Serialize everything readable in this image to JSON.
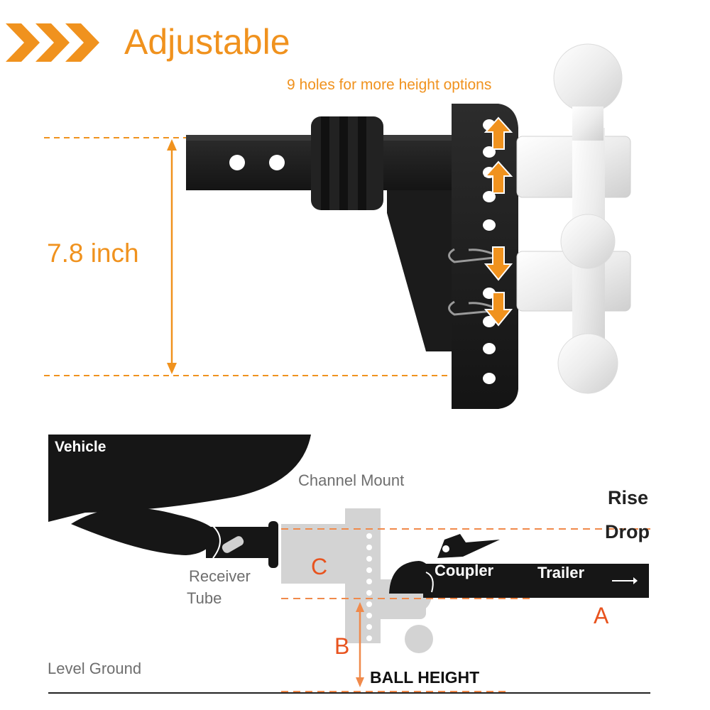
{
  "header": {
    "title": "Adjustable",
    "subtitle": "9 holes for more height options",
    "measurement": "7.8 inch"
  },
  "diagram": {
    "vehicle": "Vehicle",
    "channel_mount": "Channel Mount",
    "rise": "Rise",
    "drop": "Drop",
    "receiver_line1": "Receiver",
    "receiver_line2": "Tube",
    "coupler": "Coupler",
    "trailer": "Trailer",
    "letter_a": "A",
    "letter_b": "B",
    "letter_c": "C",
    "ball_height": "BALL HEIGHT",
    "level_ground": "Level Ground"
  },
  "colors": {
    "accent": "#f0921e",
    "letters": "#e8531e",
    "dashes": "#f08a4b"
  },
  "icons": [
    "chevron-right-icon",
    "arrow-up-icon",
    "arrow-down-icon"
  ]
}
